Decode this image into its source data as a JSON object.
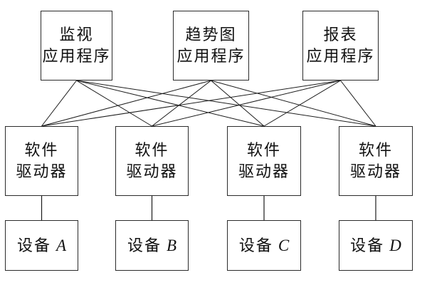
{
  "diagram": {
    "colors": {
      "background": "#ffffff",
      "line": "#1c1c1c",
      "box_border": "#2b2b2b",
      "text": "#111111"
    },
    "apps": [
      {
        "line1": "监视",
        "line2": "应用程序"
      },
      {
        "line1": "趋势图",
        "line2": "应用程序"
      },
      {
        "line1": "报表",
        "line2": "应用程序"
      }
    ],
    "drivers": [
      {
        "line1": "软件",
        "line2": "驱动器"
      },
      {
        "line1": "软件",
        "line2": "驱动器"
      },
      {
        "line1": "软件",
        "line2": "驱动器"
      },
      {
        "line1": "软件",
        "line2": "驱动器"
      }
    ],
    "devices": [
      {
        "label": "设备",
        "letter": "A"
      },
      {
        "label": "设备",
        "letter": "B"
      },
      {
        "label": "设备",
        "letter": "C"
      },
      {
        "label": "设备",
        "letter": "D"
      }
    ]
  }
}
